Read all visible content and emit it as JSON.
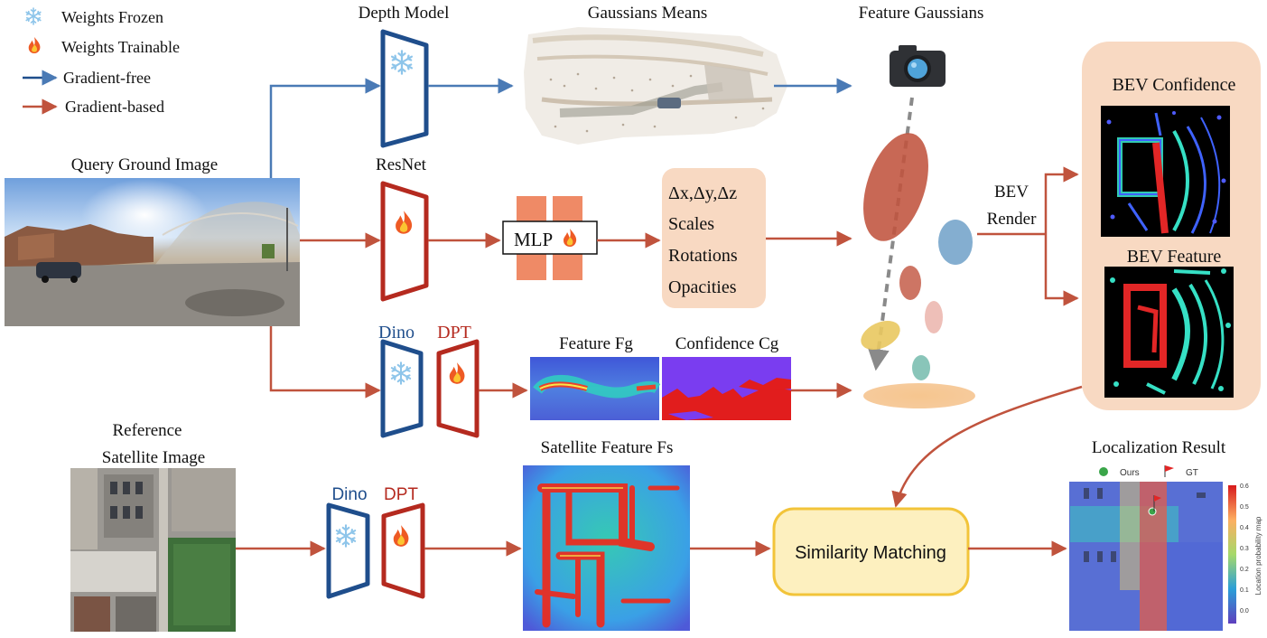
{
  "legend": {
    "frozen": "Weights Frozen",
    "trainable": "Weights Trainable",
    "gradient_free": "Gradient-free",
    "gradient_based": "Gradient-based"
  },
  "labels": {
    "query_ground_image": "Query Ground Image",
    "depth_model": "Depth Model",
    "gaussians_means": "Gaussians Means",
    "feature_gaussians": "Feature Gaussians",
    "resnet": "ResNet",
    "mlp": "MLP",
    "dino_top": "Dino",
    "dpt_top": "DPT",
    "feature_fg": "Feature Fg",
    "confidence_cg": "Confidence Cg",
    "bev_render_1": "BEV",
    "bev_render_2": "Render",
    "bev_confidence": "BEV Confidence",
    "bev_feature": "BEV Feature",
    "reference_1": "Reference",
    "reference_2": "Satellite Image",
    "dino_bottom": "Dino",
    "dpt_bottom": "DPT",
    "satellite_feature": "Satellite Feature Fs",
    "similarity_matching": "Similarity Matching",
    "localization_result": "Localization Result"
  },
  "params": [
    "Δx,Δy,Δz",
    "Scales",
    "Rotations",
    "Opacities"
  ],
  "result_plot": {
    "legend_ours": "Ours",
    "legend_gt": "GT",
    "colorbar_label": "Location probability map",
    "colorbar_ticks": [
      "0.6",
      "0.5",
      "0.4",
      "0.3",
      "0.2",
      "0.1",
      "0.0"
    ]
  },
  "colors": {
    "gradient_free": "#4a7ab5",
    "gradient_based": "#c0533d",
    "frozen_frame": "#1f4e8c",
    "trainable_frame": "#b52a1f",
    "peach_box": "#f8d9c2",
    "similarity_fill": "#fdf0bf",
    "similarity_border": "#f2c43a"
  },
  "icons": {
    "frozen": "snowflake-icon",
    "trainable": "fire-icon",
    "camera": "camera-icon"
  }
}
